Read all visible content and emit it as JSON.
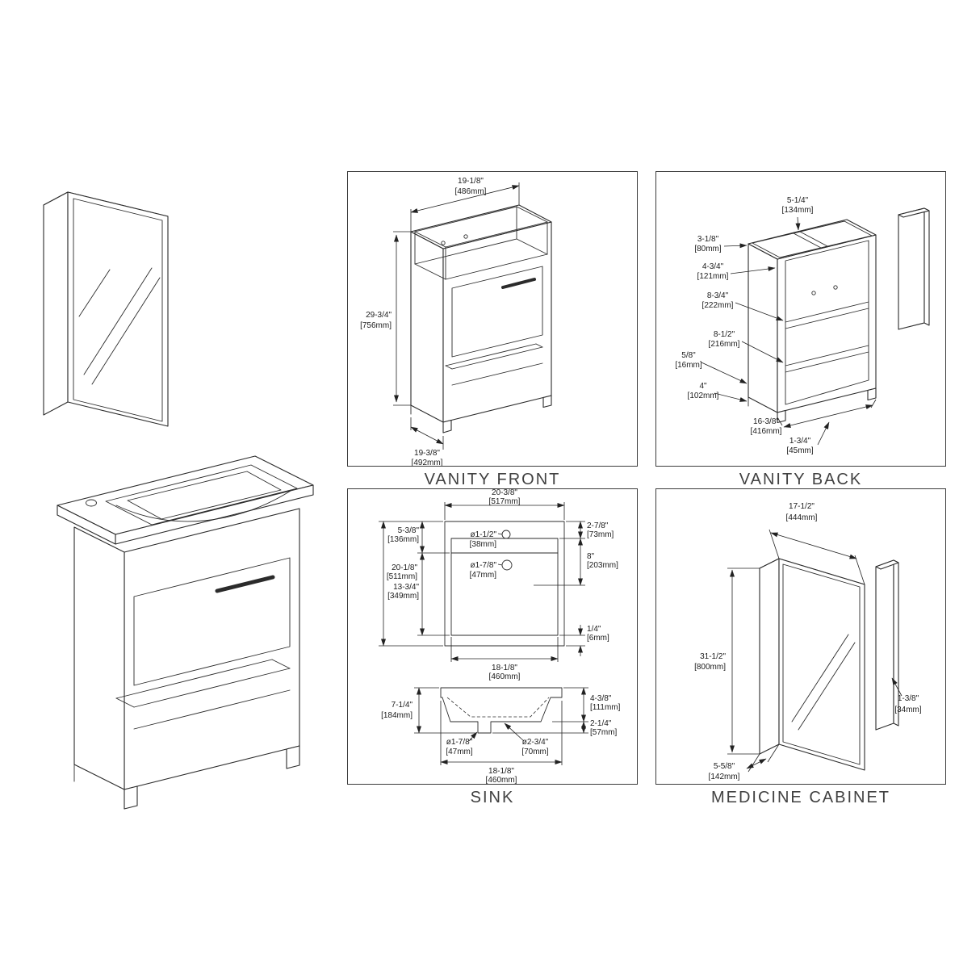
{
  "colors": {
    "ink": "#2b2b2b",
    "background": "#ffffff",
    "panel_border": "#3c3c3c"
  },
  "panels": {
    "vanity_front": {
      "title": "VANITY FRONT",
      "width_in": "19-1/8\"",
      "width_mm": "[486mm]",
      "height_in": "29-3/4\"",
      "height_mm": "[756mm]",
      "depth_in": "19-3/8\"",
      "depth_mm": "[492mm]"
    },
    "vanity_back": {
      "title": "VANITY BACK",
      "top_frame_in": "3-1/8\"",
      "top_frame_mm": "[80mm]",
      "stretcher_in": "5-1/4\"",
      "stretcher_mm": "[134mm]",
      "upper_rail_in": "4-3/4\"",
      "upper_rail_mm": "[121mm]",
      "drawer_box_in": "8-3/4\"",
      "drawer_box_mm": "[222mm]",
      "shelf_space_in": "8-1/2\"",
      "shelf_space_mm": "[216mm]",
      "panel_lip_in": "5/8\"",
      "panel_lip_mm": "[16mm]",
      "leg_in": "4\"",
      "leg_mm": "[102mm]",
      "back_width_in": "16-3/8\"",
      "back_width_mm": "[416mm]",
      "bottom_rail_in": "1-3/4\"",
      "bottom_rail_mm": "[45mm]"
    },
    "sink": {
      "title": "SINK",
      "top": {
        "width_in": "20-3/8\"",
        "width_mm": "[517mm]",
        "right_offset_in": "2-7/8\"",
        "right_offset_mm": "[73mm]",
        "depth_in": "20-1/8\"",
        "depth_mm": "[511mm]",
        "deck_in": "5-3/8\"",
        "deck_mm": "[136mm]",
        "basin_depth_in": "13-3/4\"",
        "basin_depth_mm": "[349mm]",
        "faucet_hole_in": "ø1-1/2\"",
        "faucet_hole_mm": "[38mm]",
        "drain_hole_in": "ø1-7/8\"",
        "drain_hole_mm": "[47mm]",
        "right_upper_in": "8\"",
        "right_upper_mm": "[203mm]",
        "right_lower_in": "1/4\"",
        "right_lower_mm": "[6mm]",
        "basin_width_in": "18-1/8\"",
        "basin_width_mm": "[460mm]"
      },
      "side": {
        "height_in": "7-1/4\"",
        "height_mm": "[184mm]",
        "rim_to_bottom_in": "4-3/8\"",
        "rim_to_bottom_mm": "[111mm]",
        "drain_drop_in": "2-1/4\"",
        "drain_drop_mm": "[57mm]",
        "drain_in": "ø1-7/8\"",
        "drain_mm": "[47mm]",
        "overflow_in": "ø2-3/4\"",
        "overflow_mm": "[70mm]",
        "width_in": "18-1/8\"",
        "width_mm": "[460mm]"
      }
    },
    "medicine_cabinet": {
      "title": "MEDICINE CABINET",
      "width_in": "17-1/2\"",
      "width_mm": "[444mm]",
      "height_in": "31-1/2\"",
      "height_mm": "[800mm]",
      "door_in": "1-3/8\"",
      "door_mm": "[34mm]",
      "depth_in": "5-5/8\"",
      "depth_mm": "[142mm]"
    }
  }
}
